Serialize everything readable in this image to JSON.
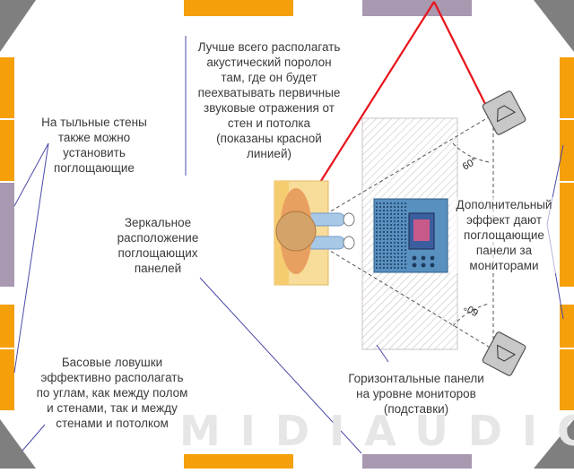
{
  "labels": {
    "reflections": "Лучше всего располагать\nакустический поролон\nтам, где он будет\nпеехватывать первичные\nзвуковые отражения от\nстен и потолка\n(показаны красной\nлинией)",
    "rear_walls": "На тыльные стены\nтакже можно\nустановить\nпоглощающие",
    "mirror": "Зеркальное\nрасположение\nпоглощающих\nпанелей",
    "behind_monitors": "Дополнительный\nэффект дают\nпоглощающие\nпанели за\nмониторами",
    "bass_traps": "Басовые ловушки\nэффективно располагать\nпо углам, как между полом\nи стенами, так и между\nстенами и потолком",
    "horizontal_panels": "Горизонтальные панели\nна уровне мониторов\n(подставки)"
  },
  "angles": {
    "upper": "60°",
    "lower": "60°"
  },
  "watermark": "MIDIAUDIO.R",
  "colors": {
    "wall_panel": "#f5a00a",
    "ceiling_panel": "#a898b0",
    "bass_trap": "#7f7f7f",
    "reflection_line": "#e8141c",
    "annotation_line": "#4a4aa8",
    "chair": "#f8dc9a",
    "person": "#e8a060",
    "legs": "#a8c8e8",
    "console": "#5890c0"
  }
}
